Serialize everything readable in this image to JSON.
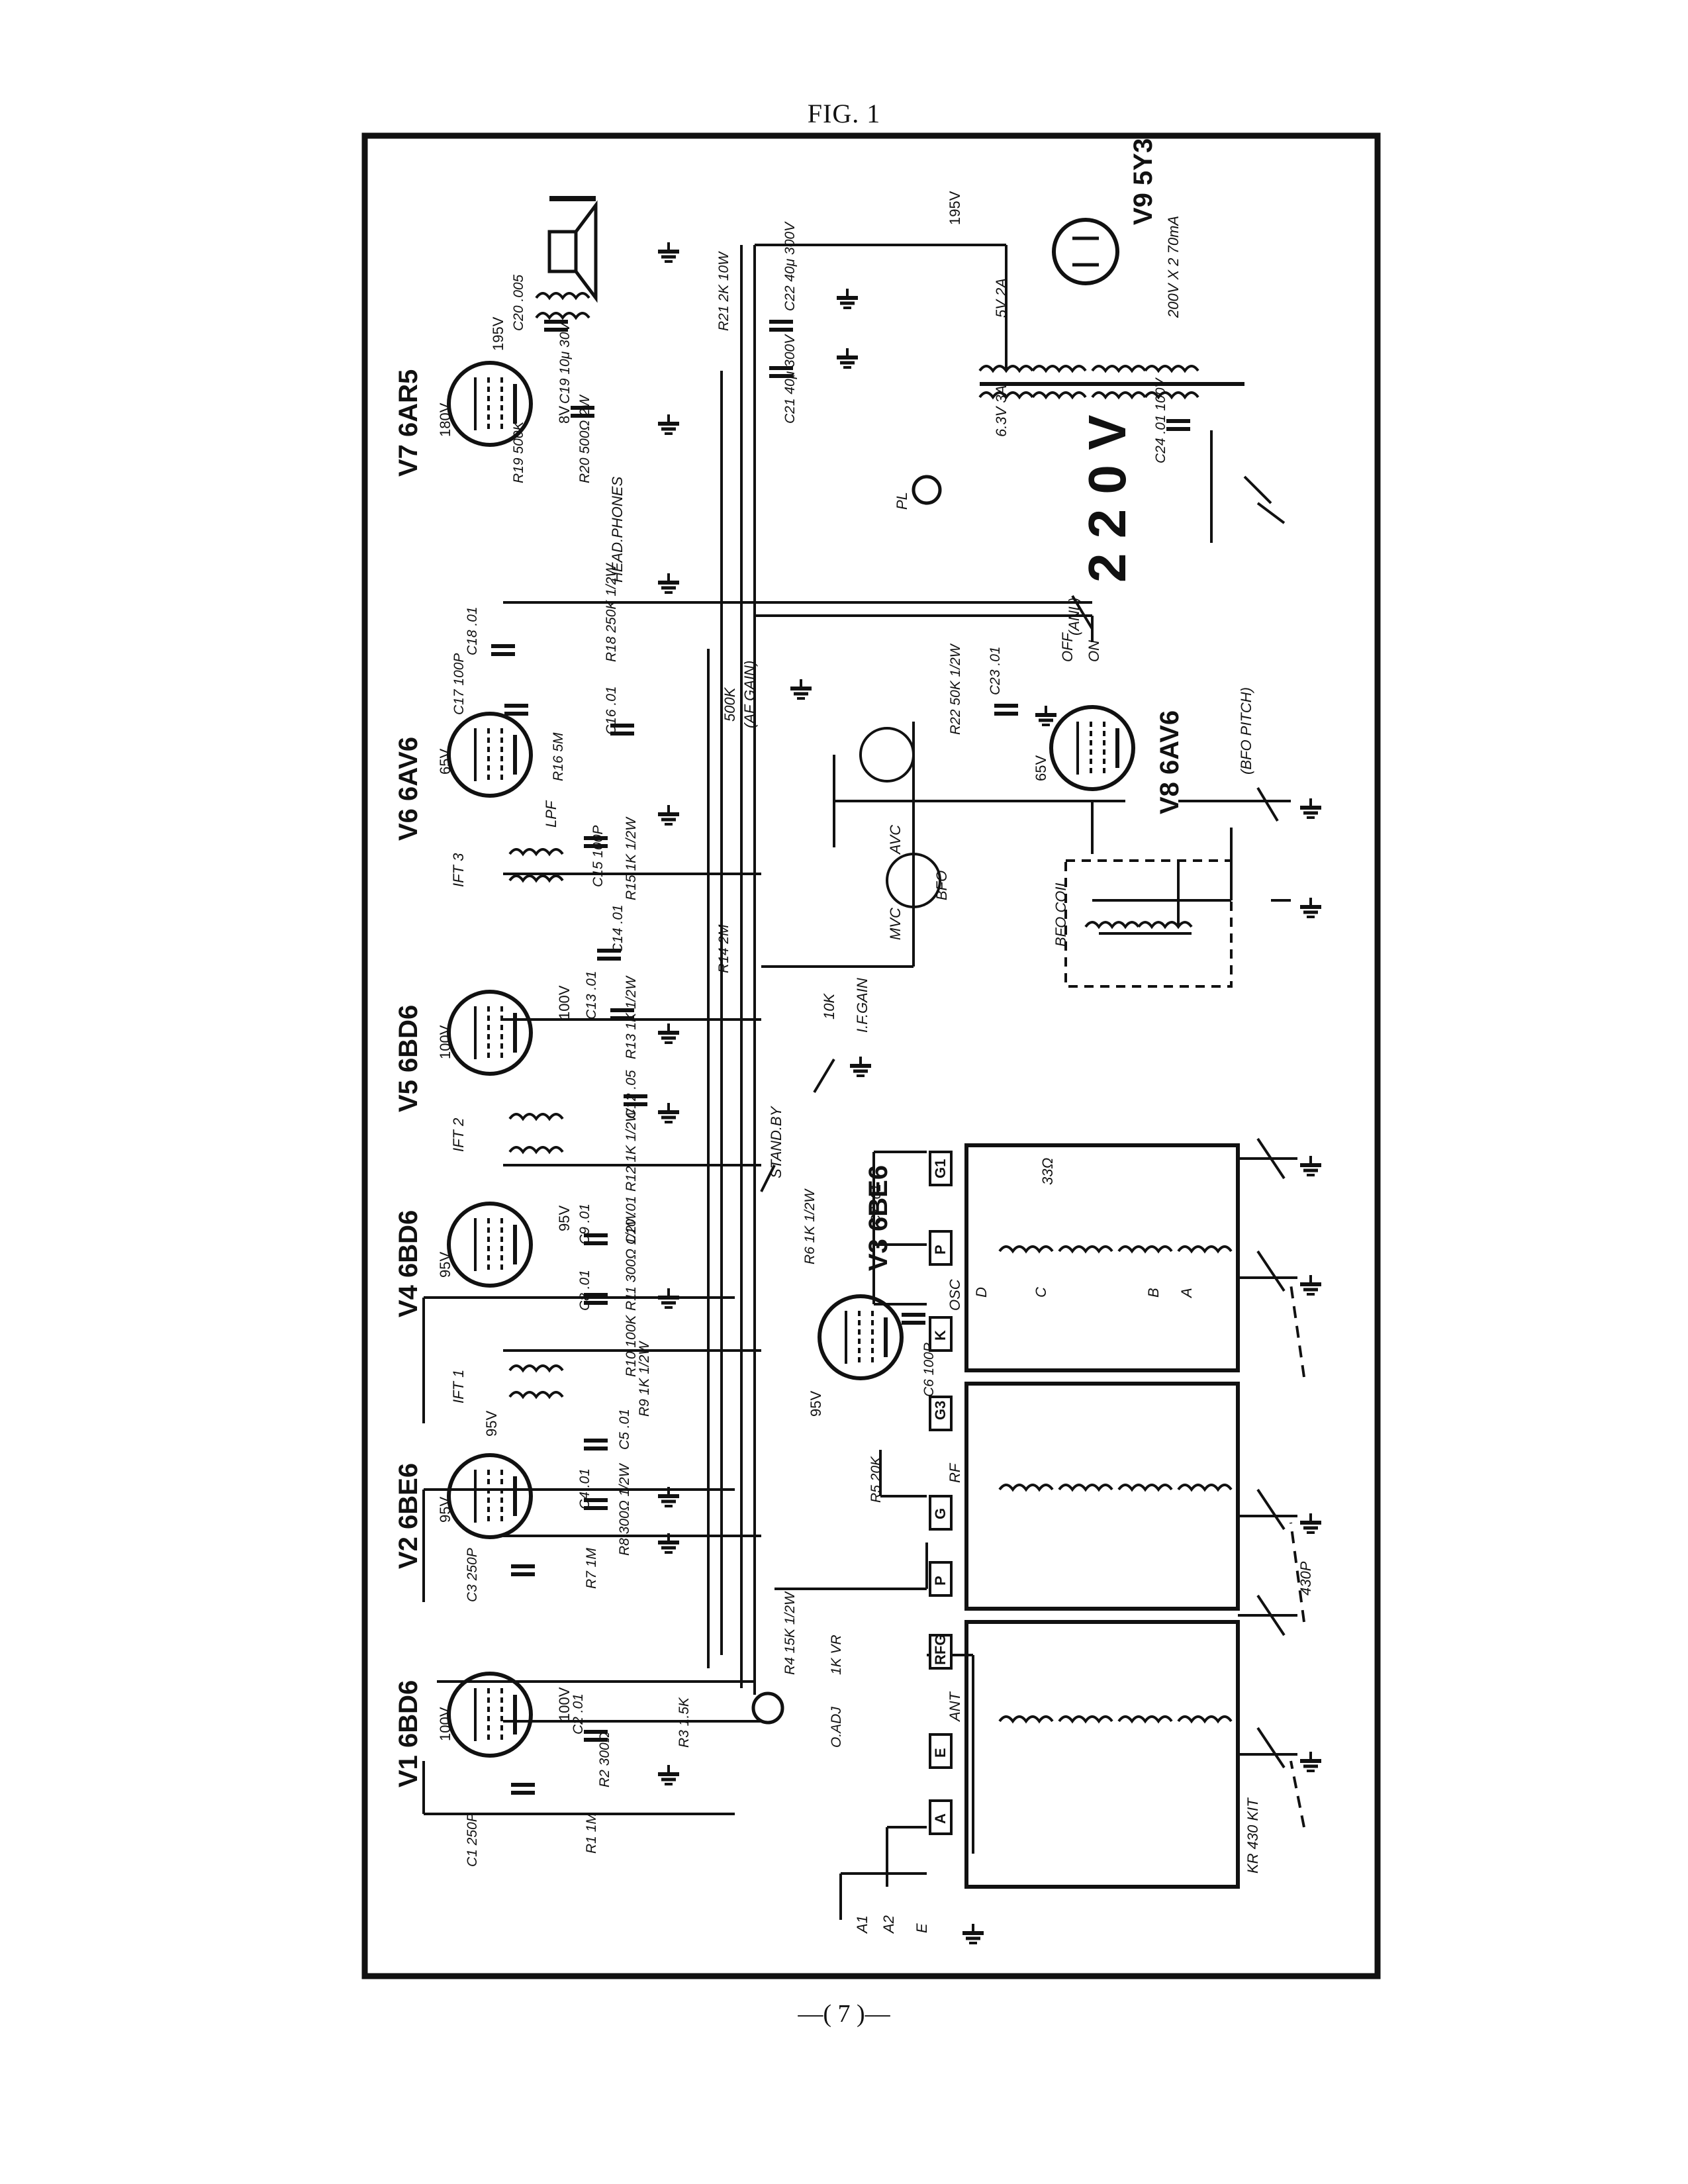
{
  "figure": {
    "title": "FIG. 1",
    "page_number": "—( 7 )—"
  },
  "tubes": [
    {
      "id": "V1",
      "label": "V1 6BD6",
      "plate_v": "100V",
      "screen_v": "100V"
    },
    {
      "id": "V2",
      "label": "V2 6BE6",
      "plate_v": "95V",
      "screen_v": "95V"
    },
    {
      "id": "V3",
      "label": "V3 6BE6",
      "screen_v": "95V"
    },
    {
      "id": "V4",
      "label": "V4 6BD6",
      "plate_v": "95V",
      "screen_v": "95V"
    },
    {
      "id": "V5",
      "label": "V5 6BD6",
      "plate_v": "100V",
      "screen_v": "100V"
    },
    {
      "id": "V6",
      "label": "V6 6AV6",
      "plate_v": "65V"
    },
    {
      "id": "V7",
      "label": "V7 6AR5",
      "plate_v": "180V",
      "screen_v": "195V",
      "cathode_v": "8V"
    },
    {
      "id": "V8",
      "label": "V8 6AV6",
      "plate_v": "65V"
    },
    {
      "id": "V9",
      "label": "V9 5Y3"
    }
  ],
  "components": {
    "C1": "C1 250P",
    "C2": "C2 .01",
    "C3": "C3 250P",
    "C4": "C4 .01",
    "C5": "C5 .01",
    "C6": "C6 100P",
    "C7": "C7 .01",
    "C8": "C8 .01",
    "C9": "C9 .01",
    "C10": "C10 .01",
    "C12": "C12 .05",
    "C13": "C13 .01",
    "C14": "C14 .01",
    "C15": "C15 100P",
    "C16": "C16 .01",
    "C17": "C17 100P",
    "C18": "C18 .01",
    "C19": "C19 10μ 30V",
    "C20": "C20 .005",
    "C21": "C21 40μ 300V",
    "C22": "C22 40μ 300V",
    "C23": "C23 .01",
    "C24": "C24 .01 100V",
    "R1": "R1 1M",
    "R2": "R2 300Ω",
    "R3": "R3 1.5K",
    "R4": "R4 15K 1/2W",
    "R5": "R5 20K",
    "R6": "R6 1K 1/2W",
    "R7": "R7 1M",
    "R8": "R8 300Ω 1/2W",
    "R9": "R9 1K 1/2W",
    "R10": "R10 100K",
    "R11": "R11 300Ω 1/2W",
    "R12": "R12 1K 1/2W",
    "R13": "R13 1K 1/2W",
    "R14": "R14 2M",
    "R15": "R15 1K 1/2W",
    "R16": "R16 5M",
    "R18": "R18 250K 1/2W",
    "R19": "R19 500K",
    "R20": "R20 500Ω 2W",
    "R21": "R21 2K 10W",
    "R22": "R22 50K 1/2W"
  },
  "labels": {
    "ift1": "IFT 1",
    "ift2": "IFT 2",
    "ift3": "IFT 3",
    "vr_1k": "1K VR",
    "o_adj": "O.ADJ",
    "standby": "STAND.BY",
    "if_gain_pot": "10K",
    "if_gain": "I.F.GAIN",
    "af_gain_pot": "500K",
    "af_gain": "(AF GAIN)",
    "avc": "AVC",
    "mvc": "MVC",
    "bfo": "BFO",
    "bfo_coil": "BFO COIL",
    "bfo_pitch": "(BFO PITCH)",
    "anl": "(ANL)",
    "anl_off": "OFF",
    "anl_on": "ON",
    "headphones": "HEAD.PHONES",
    "pl": "PL",
    "heater": "6.3V 3A",
    "rect_heater": "5V 2A",
    "hv": "200V X 2 70mA",
    "b_plus": "195V",
    "mains": "2 2 0 V",
    "osc": "OSC",
    "ant": "ANT",
    "rf": "RF",
    "kit": "KR 430 KIT",
    "c430p": "430P",
    "a1": "A1",
    "a2": "A2",
    "e": "E",
    "term_a": "A",
    "term_e": "E",
    "term_rfg": "RFG",
    "term_p1": "P",
    "term_g3b": "G",
    "term_g3": "G3",
    "term_k": "K",
    "term_p2": "P",
    "term_g1": "G1",
    "r33": "33Ω",
    "band_a": "A",
    "band_b": "B",
    "band_c": "C",
    "band_d": "D",
    "lpf": "LPF"
  }
}
